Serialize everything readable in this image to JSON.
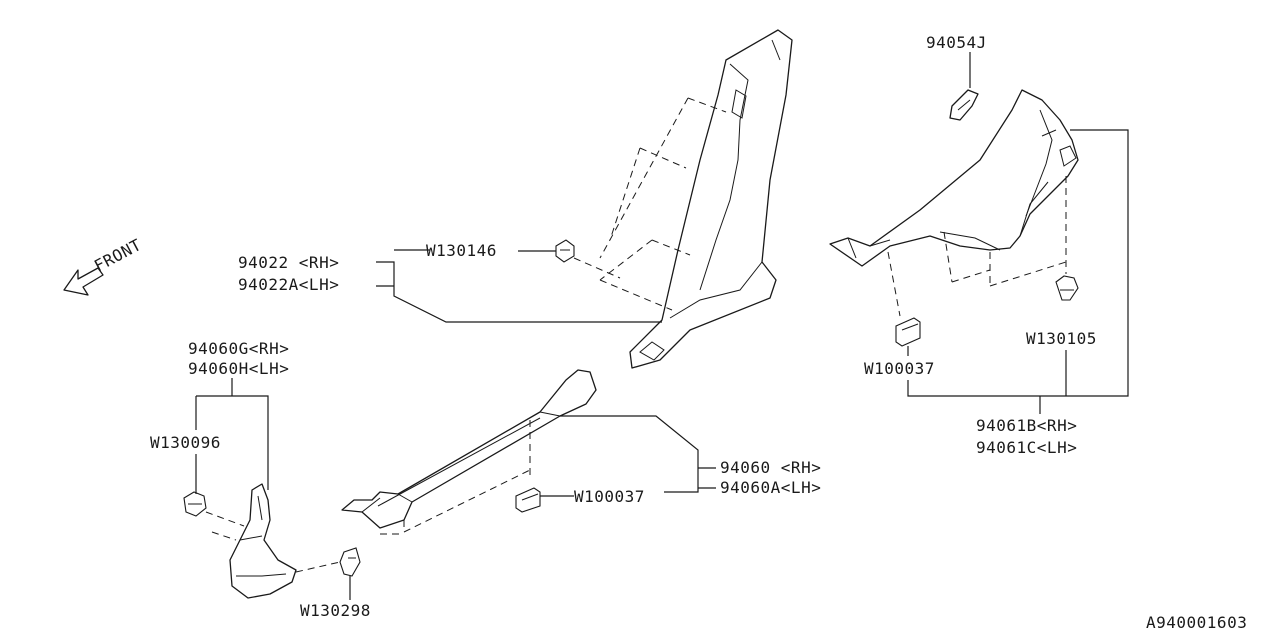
{
  "diagram": {
    "front_label": "FRONT",
    "code": "A940001603"
  },
  "labels": {
    "p94054J": "94054J",
    "p94022_rh": "94022 <RH>",
    "p94022A_lh": "94022A<LH>",
    "w130146": "W130146",
    "p94060G_rh": "94060G<RH>",
    "p94060H_lh": "94060H<LH>",
    "w130096": "W130096",
    "w130298": "W130298",
    "w100037_center": "W100037",
    "p94060_rh": "94060 <RH>",
    "p94060A_lh": "94060A<LH>",
    "w130105": "W130105",
    "w100037_right": "W100037",
    "p94061B_rh": "94061B<RH>",
    "p94061C_lh": "94061C<LH>"
  }
}
